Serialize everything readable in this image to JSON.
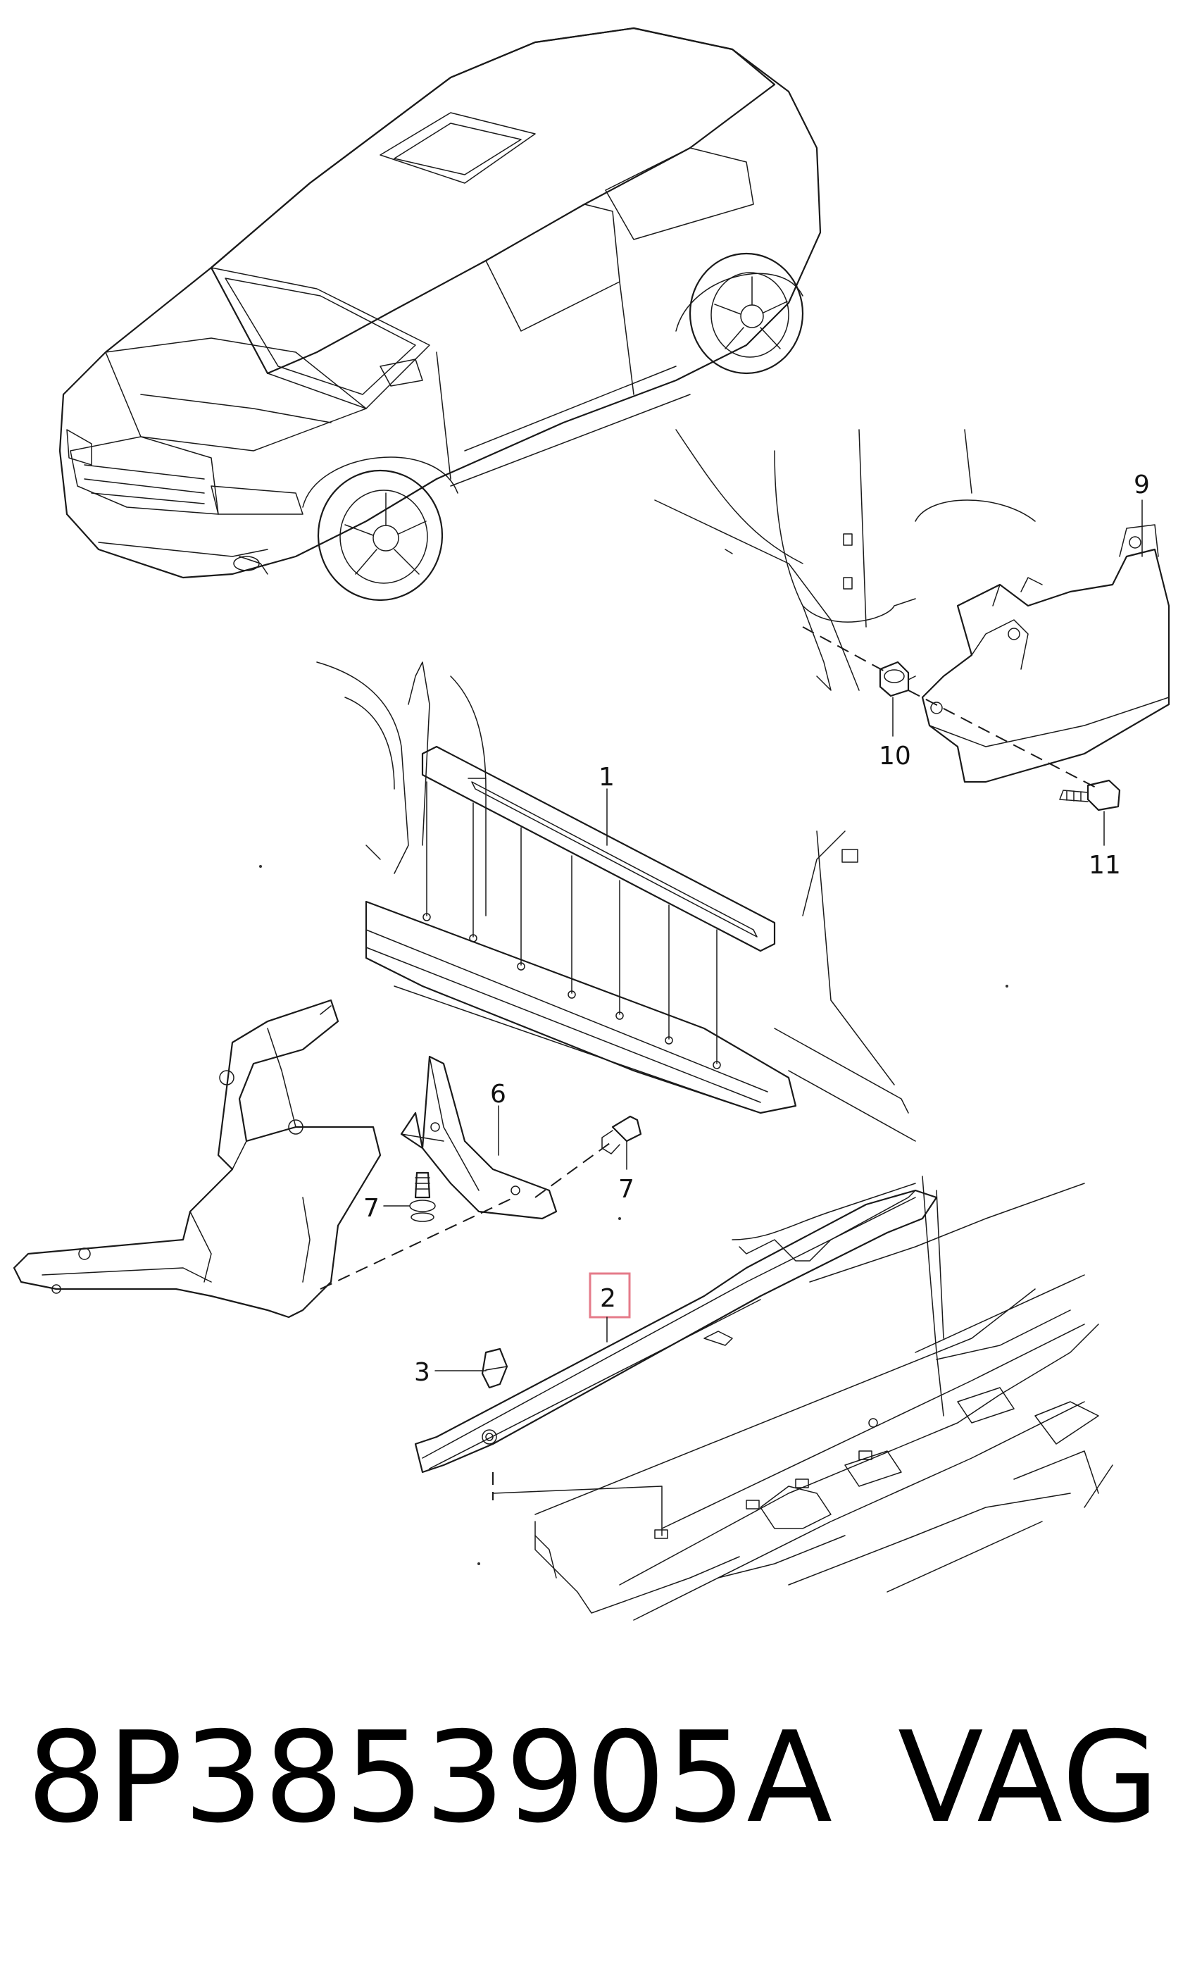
{
  "diagram": {
    "callouts": [
      {
        "id": "1",
        "label": "1"
      },
      {
        "id": "2",
        "label": "2",
        "highlighted": true
      },
      {
        "id": "3",
        "label": "3"
      },
      {
        "id": "6",
        "label": "6"
      },
      {
        "id": "7a",
        "label": "7"
      },
      {
        "id": "7b",
        "label": "7"
      },
      {
        "id": "9",
        "label": "9"
      },
      {
        "id": "10",
        "label": "10"
      },
      {
        "id": "11",
        "label": "11"
      }
    ],
    "highlight_color": "#e57b8a"
  },
  "footer": {
    "part_number": "8P3853905A",
    "brand": "VAG"
  }
}
